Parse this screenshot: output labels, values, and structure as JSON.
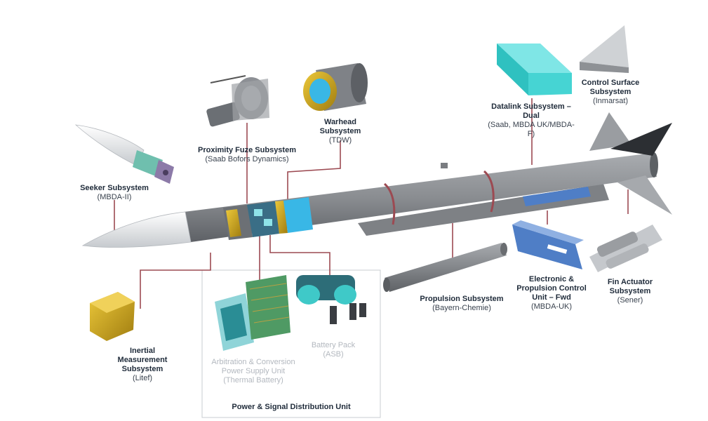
{
  "colors": {
    "body_gray": "#8c8f93",
    "body_dark": "#5c6064",
    "leader_line": "#9c4a52",
    "gold": "#d7b222",
    "cyan_blue": "#39b7e6",
    "teal": "#3fc9c8",
    "electronics_blue": "#4f7ec6",
    "radome_white": "#f2f3f5"
  },
  "labels": {
    "seeker": {
      "title": "Seeker Subsystem",
      "sub": "(MBDA-II)"
    },
    "fuze": {
      "title": "Proximity Fuze Subsystem",
      "sub": "(Saab Bofors Dynamics)"
    },
    "warhead": {
      "title": "Warhead Subsystem",
      "sub": "(TDW)"
    },
    "datalink": {
      "title": "Datalink Subsystem – Dual",
      "sub": "(Saab, MBDA UK/MBDA-F)"
    },
    "control_surface": {
      "title": "Control Surface Subsystem",
      "sub": "(Inmarsat)"
    },
    "inertial": {
      "title": "Inertial Measurement Subsystem",
      "sub": "(Litef)"
    },
    "propulsion": {
      "title": "Propulsion Subsystem",
      "sub": "(Bayern-Chemie)"
    },
    "epcu": {
      "title": "Electronic & Propulsion Control Unit – Fwd",
      "sub": "(MBDA-UK)"
    },
    "fin_actuator": {
      "title": "Fin Actuator Subsystem",
      "sub": "(Sener)"
    },
    "adaptor": {
      "title": "Arbitration & Conversion Power Supply Unit",
      "sub": "(Thermal Battery)"
    },
    "battery": {
      "title": "Battery Pack",
      "sub": "(ASB)"
    },
    "psdu": {
      "title": "Power & Signal Distribution Unit"
    }
  }
}
